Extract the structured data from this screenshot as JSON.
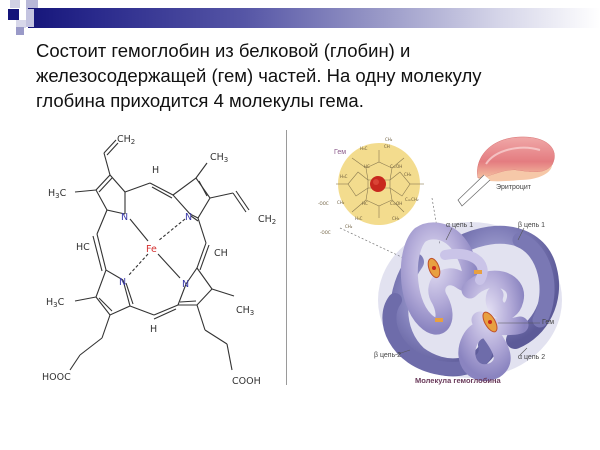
{
  "slide": {
    "header_bar": {
      "gradient_start": "#15157a",
      "gradient_end": "#ffffff"
    },
    "body_lines": [
      "Состоит гемоглобин из белковой (глобин) и",
      "железосодержащей (гем) частей. На одну молекулу",
      "глобина приходится 4 молекулы гема."
    ]
  },
  "heme_formula": {
    "atoms": {
      "ch2_top": "CH2",
      "h3c_left_top": "H3C",
      "h_top_bridge": "H",
      "ch3_top_right": "CH3",
      "ch2_right": "CH2",
      "hc_left": "HC",
      "fe": "Fe",
      "ch_right": "CH",
      "h3c_left_bottom": "H3C",
      "ch3_bottom_right": "CH3",
      "h_bottom_bridge": "H",
      "hooc_left": "HOOC",
      "cooh_right": "COOH",
      "n": "N"
    },
    "colors": {
      "bond": "#333333",
      "nitrogen": "#3a3aa8",
      "iron": "#d43030"
    }
  },
  "hemoglobin_illustration": {
    "labels": {
      "heme": "Гем",
      "erythrocyte": "Эритроцит",
      "alpha1": "α цепь 1",
      "beta1": "β цепь 1",
      "beta2": "β цепь 2",
      "alpha2": "α цепь 2",
      "heme2": "Гем",
      "caption": "Молекула гемоглобина"
    },
    "colors": {
      "heme_disc": "#f2d98a",
      "iron_center": "#c8281e",
      "erythrocyte": "#e88a8a",
      "globin_light": "#b4acd8",
      "globin_dark": "#7a78b4"
    }
  }
}
